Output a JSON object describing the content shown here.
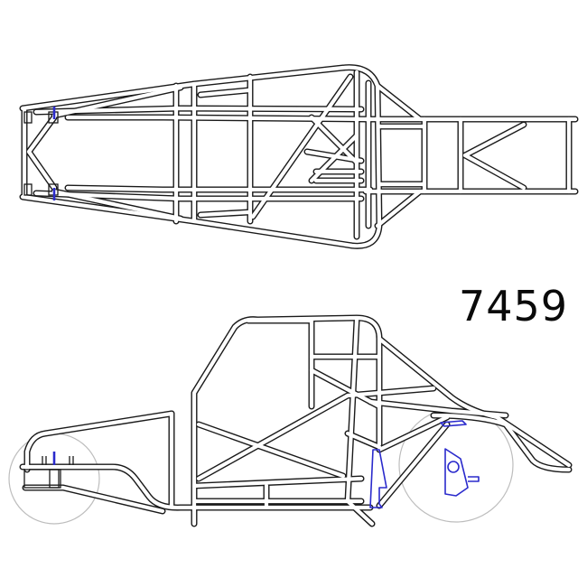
{
  "drawing": {
    "part_number": "7459",
    "views": [
      {
        "name": "top-view",
        "description": "Chassis frame plan view"
      },
      {
        "name": "side-view",
        "description": "Chassis frame side elevation with wheels"
      }
    ],
    "colors": {
      "tube_outline": "#1a1a1a",
      "tube_fill": "#ffffff",
      "bracket_accent": "#2a2acc",
      "wheel_outline": "#bdbdbd",
      "background": "#ffffff"
    }
  }
}
